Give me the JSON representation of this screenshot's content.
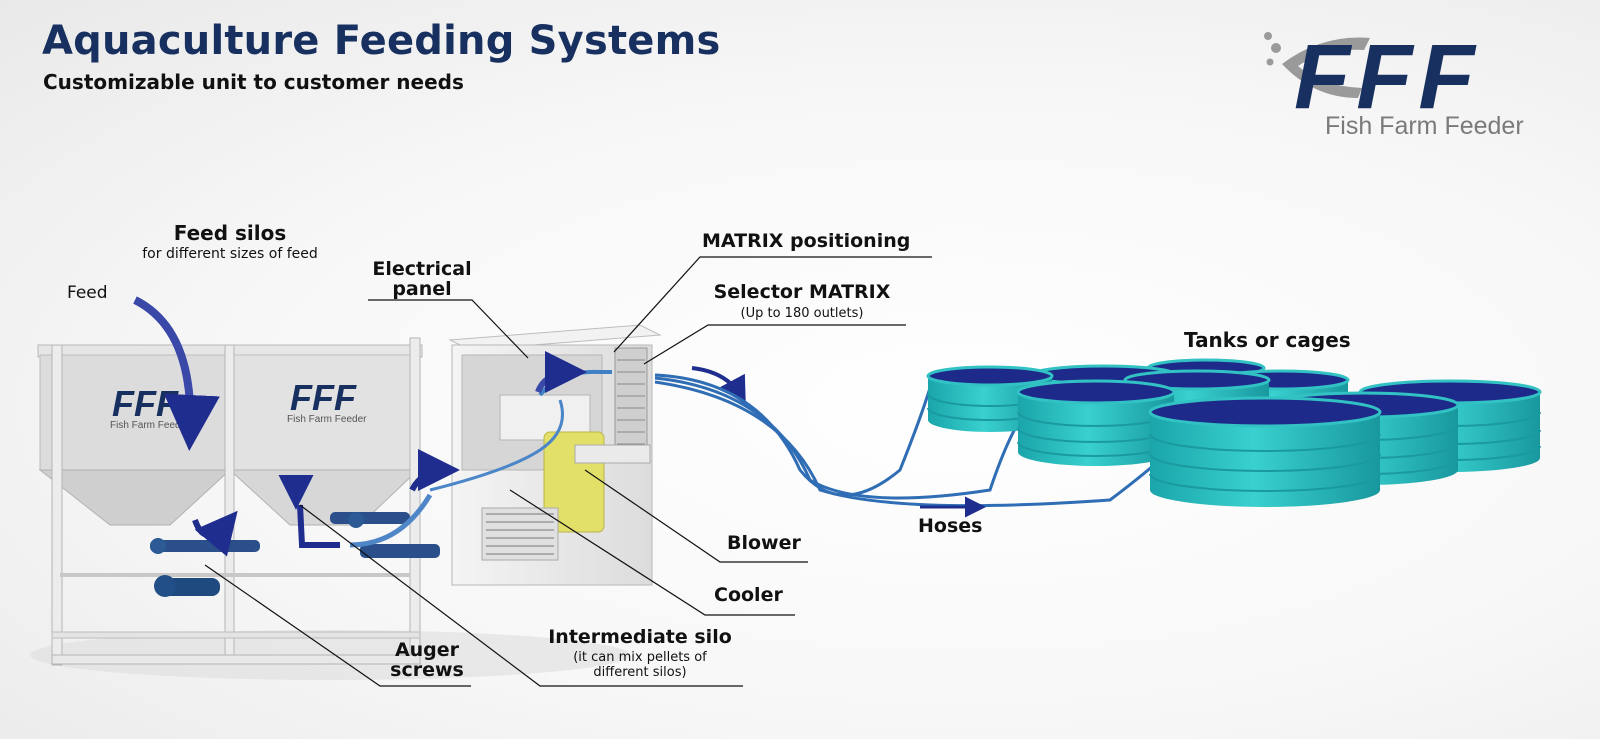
{
  "header": {
    "title": "Aquaculture Feeding Systems",
    "subtitle": "Customizable unit to customer needs"
  },
  "logo": {
    "text": "FFF",
    "tagline": "Fish Farm Feeder"
  },
  "silo_logo": {
    "text": "FFF",
    "tagline": "Fish Farm Feeder"
  },
  "labels": {
    "feed_silos": "Feed silos",
    "feed_silos_sub": "for different sizes of feed",
    "feed": "Feed",
    "electrical_panel_1": "Electrical",
    "electrical_panel_2": "panel",
    "matrix_positioning": "MATRIX positioning",
    "selector_matrix": "Selector MATRIX",
    "selector_matrix_sub": "(Up to 180 outlets)",
    "tanks": "Tanks or cages",
    "blower": "Blower",
    "cooler": "Cooler",
    "hoses": "Hoses",
    "auger_1": "Auger",
    "auger_2": "screws",
    "intermediate_silo": "Intermediate silo",
    "intermediate_silo_sub1": "(it can mix pellets of",
    "intermediate_silo_sub2": "different silos)"
  },
  "colors": {
    "navy": "#17305f",
    "arrow": "#1f2d8f",
    "tank": "#2fc4c4",
    "tank_dark": "#1a9aa0",
    "water": "#14208a",
    "hose": "#2f6db5",
    "frame": "#d9d9d9"
  }
}
